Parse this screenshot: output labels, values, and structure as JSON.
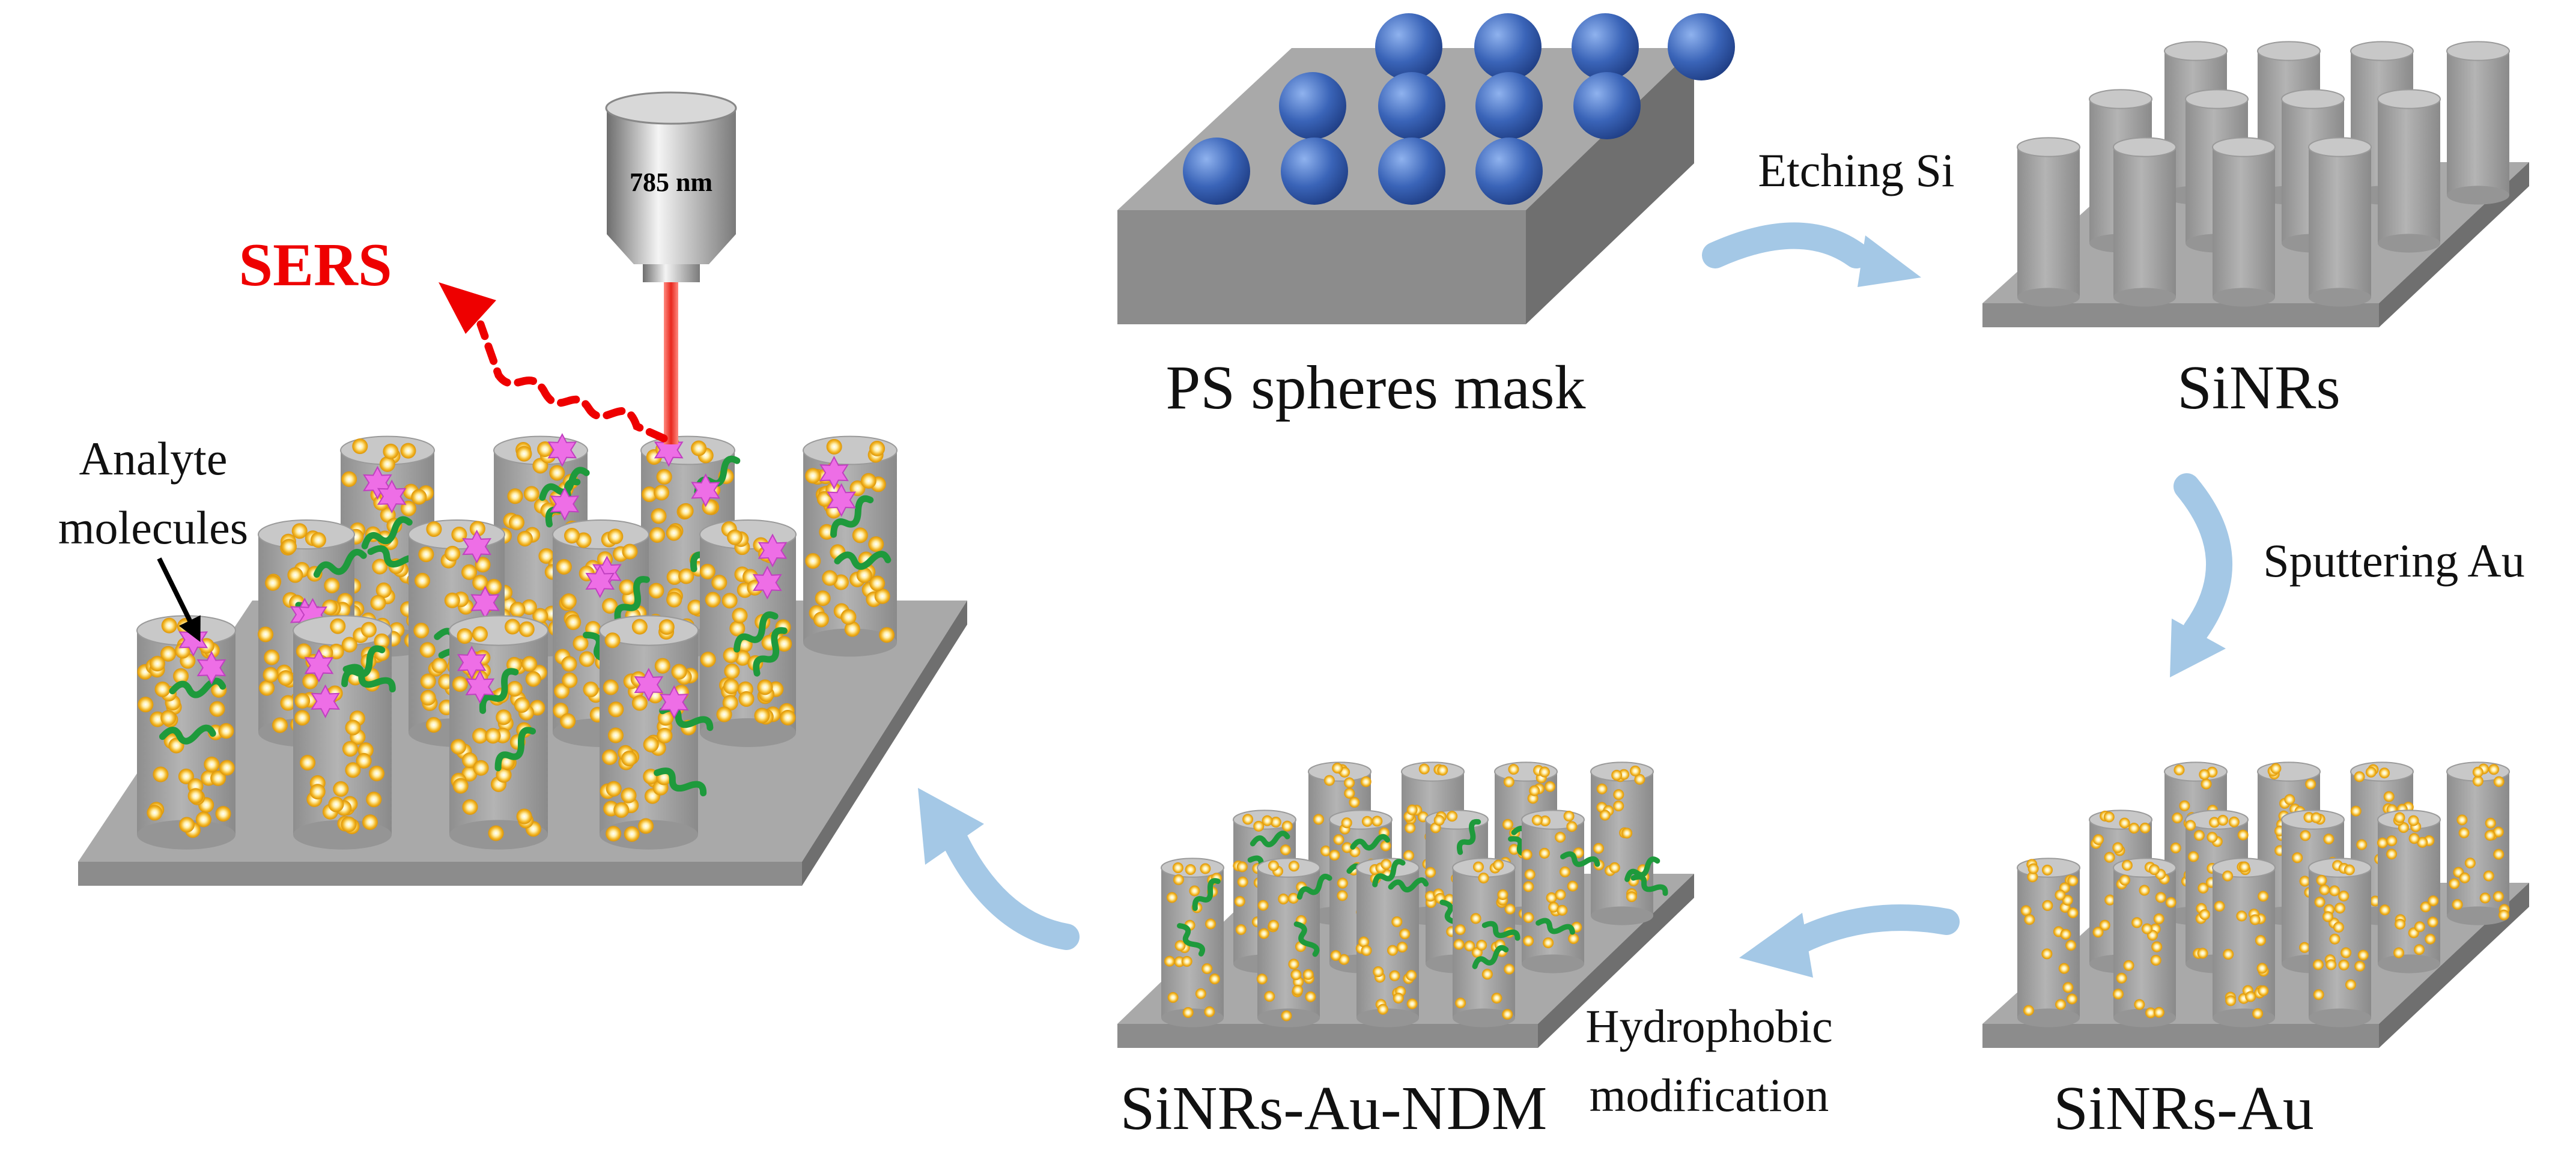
{
  "labels": {
    "laser": "785 nm",
    "sers": "SERS",
    "analyte_line1": "Analyte",
    "analyte_line2": "molecules",
    "etching": "Etching Si",
    "ps_mask": "PS spheres mask",
    "sinrs": "SiNRs",
    "sputtering": "Sputtering Au",
    "sinrs_au": "SiNRs-Au",
    "hydro_line1": "Hydrophobic",
    "hydro_line2": "modification",
    "sinrs_au_ndm": "SiNRs-Au-NDM"
  },
  "colors": {
    "substrate_top": "#a9a9a9",
    "substrate_front": "#8c8c8c",
    "substrate_side": "#6f6f6f",
    "pillar": "#a6a6a6",
    "pillar_top": "#c8c8c8",
    "ps_sphere": "#3a64b8",
    "gold": "#f2b320",
    "chain": "#1e9a3c",
    "analyte": "#ee6ee6",
    "process_arrow": "#a4c8e6",
    "sers_red": "#ee0000",
    "laser_beam": "#e8281e"
  },
  "icons": {
    "objective": "microscope-objective-icon",
    "process_arrow": "curved-arrow-icon",
    "analyte": "star-molecule-icon"
  }
}
